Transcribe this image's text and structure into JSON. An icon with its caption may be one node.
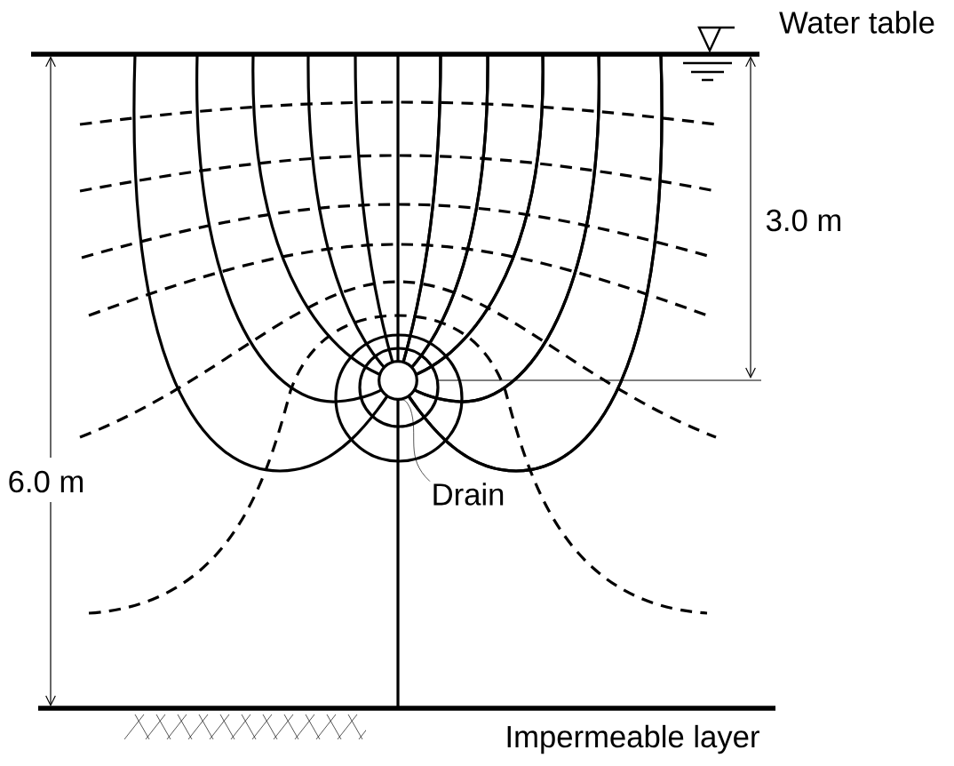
{
  "diagram": {
    "nodes": [
      {
        "text": [],
        "shape": "circle"
      },
      {
        "text": [
          "Drain"
        ]
      }
    ],
    "edges": [
      {
        "from": 1,
        "to": 0,
        "arrow": "none"
      }
    ],
    "labels": [
      "Water table",
      "3.0 m",
      "6.0 m",
      "Impermeable layer"
    ]
  }
}
